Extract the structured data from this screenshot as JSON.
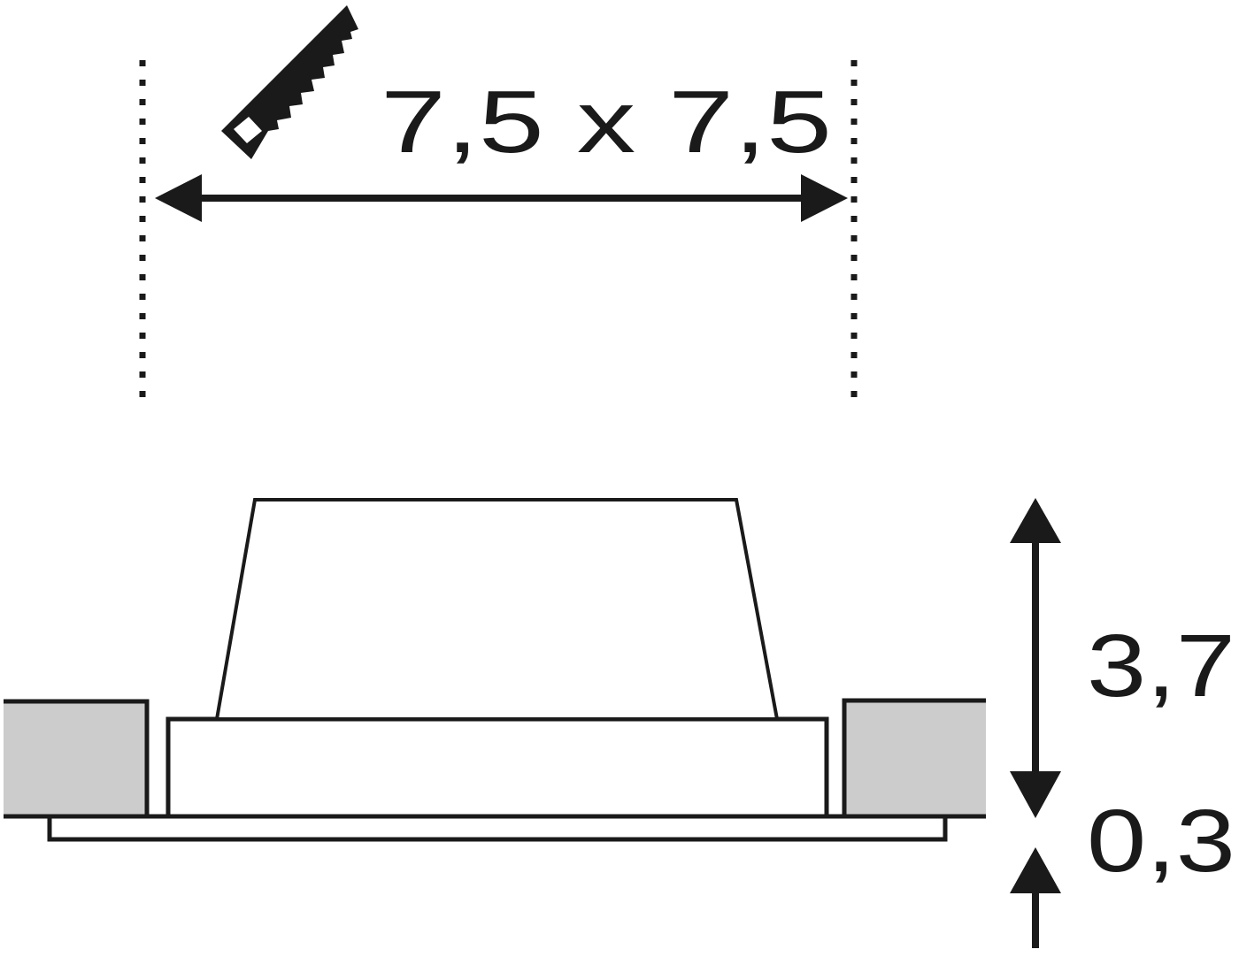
{
  "diagram": {
    "title": "Recessed luminaire dimension drawing",
    "cutout_label": "7,5 x 7,5",
    "height_label": "3,7",
    "flange_label": "0,3",
    "cutout_icon": "saw-icon",
    "colors": {
      "line": "#1a1a1a",
      "ceiling_fill": "#cccccc",
      "background": "#ffffff"
    }
  }
}
